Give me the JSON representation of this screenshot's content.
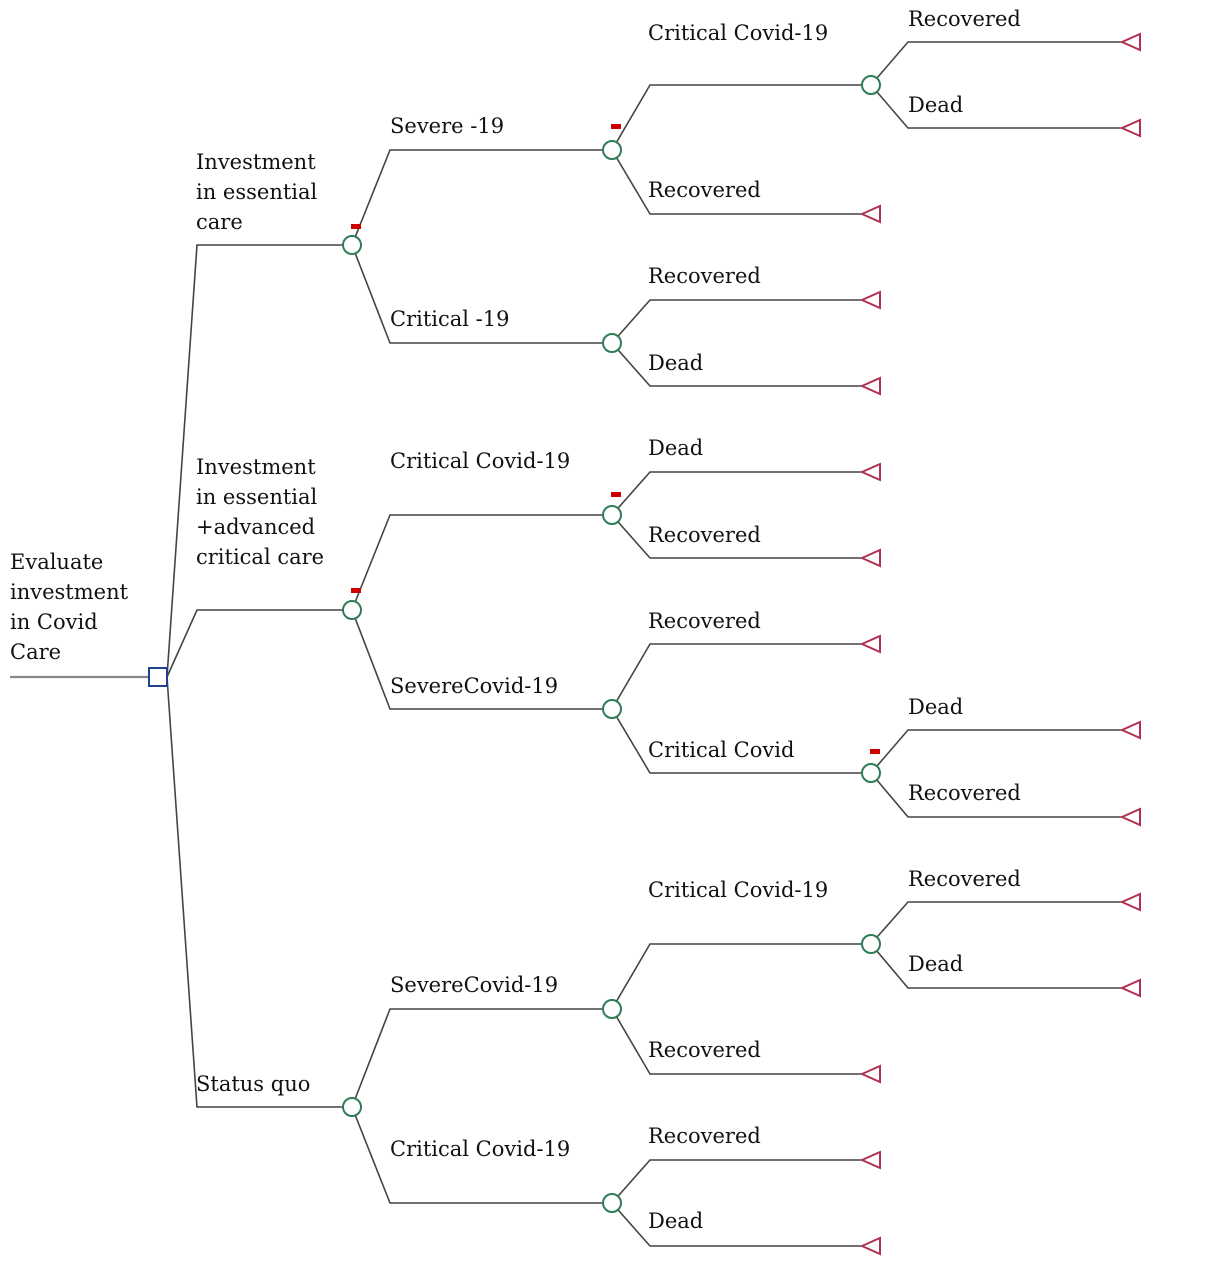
{
  "root": {
    "label_lines": [
      "Evaluate",
      "investment",
      "in Covid",
      "Care"
    ]
  },
  "branches": {
    "b1": {
      "label_lines": [
        "Investment",
        "in essential",
        "care"
      ]
    },
    "b2": {
      "label_lines": [
        "Investment",
        "in essential",
        "+advanced",
        "critical care"
      ]
    },
    "b3": {
      "label_lines": [
        "Status quo"
      ]
    }
  },
  "nodes": {
    "n_severe_1": "Severe -19",
    "n_critical_1": "Critical -19",
    "n_critcovid_1a": "Critical Covid-19",
    "n_recovered_1a": "Recovered",
    "n_recovered_1b": "Recovered",
    "n_dead_1b": "Dead",
    "n_recovered_1c": "Recovered",
    "n_dead_1c": "Dead",
    "n_critcovid_2": "Critical Covid-19",
    "n_severecovid_2": "SevereCovid-19",
    "n_dead_2a": "Dead",
    "n_recovered_2a": "Recovered",
    "n_recovered_2b": "Recovered",
    "n_critcovid_2b": "Critical Covid",
    "n_dead_2c": "Dead",
    "n_recovered_2c": "Recovered",
    "n_severecovid_3": "SevereCovid-19",
    "n_critcovid_3": "Critical Covid-19",
    "n_critcovid_3a": "Critical Covid-19",
    "n_recovered_3a": "Recovered",
    "n_recovered_3b": "Recovered",
    "n_dead_3b": "Dead",
    "n_recovered_3c": "Recovered",
    "n_dead_3c": "Dead"
  },
  "colors": {
    "chance_node": "#2e7d55",
    "decision_node": "#1f3f8f",
    "terminal_node": "#b0304f",
    "marker": "#cc0000"
  }
}
